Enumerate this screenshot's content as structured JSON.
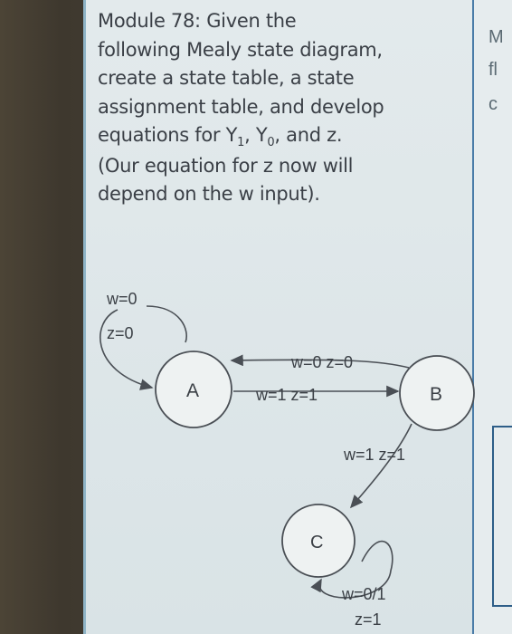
{
  "question": {
    "line1": "Module 78: Given the",
    "line2": "following Mealy state diagram,",
    "line3": "create a state table, a state",
    "line4": "assignment table, and develop",
    "line5_pre": "equations for Y",
    "line5_sub1": "1",
    "line5_mid": ", Y",
    "line5_sub0": "0",
    "line5_post": ", and z.",
    "line6": "(Our equation for z now will",
    "line7": "depend on the w input)."
  },
  "diagram": {
    "states": {
      "a": "A",
      "b": "B",
      "c": "C"
    },
    "labels": {
      "a_self_w": "w=0",
      "a_self_z": "z=0",
      "b_to_a": "w=0 z=0",
      "a_to_b": "w=1 z=1",
      "b_to_c": "w=1 z=1",
      "c_self_w": "w=0/1",
      "c_self_z": "z=1"
    }
  },
  "next_slide": {
    "line1": "M",
    "line2": "fl",
    "line3": "c"
  }
}
